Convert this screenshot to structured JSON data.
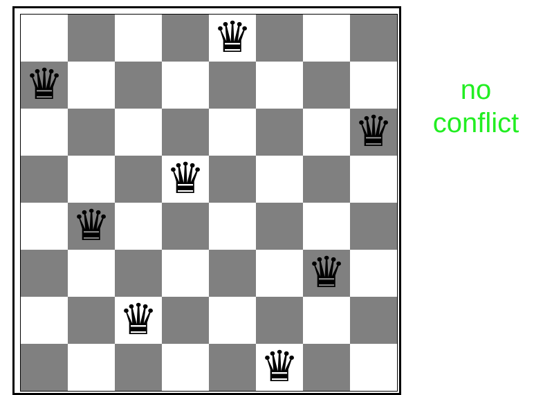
{
  "board": {
    "size": 8,
    "colors": {
      "light": "#ffffff",
      "dark": "#808080"
    },
    "queen_piece": "black-queen-icon",
    "queen_glyph": "♛",
    "queen_columns_by_row": [
      4,
      0,
      7,
      3,
      1,
      6,
      2,
      5
    ]
  },
  "status": {
    "line1": "no",
    "line2": "conflict",
    "color": "#22ee22"
  }
}
